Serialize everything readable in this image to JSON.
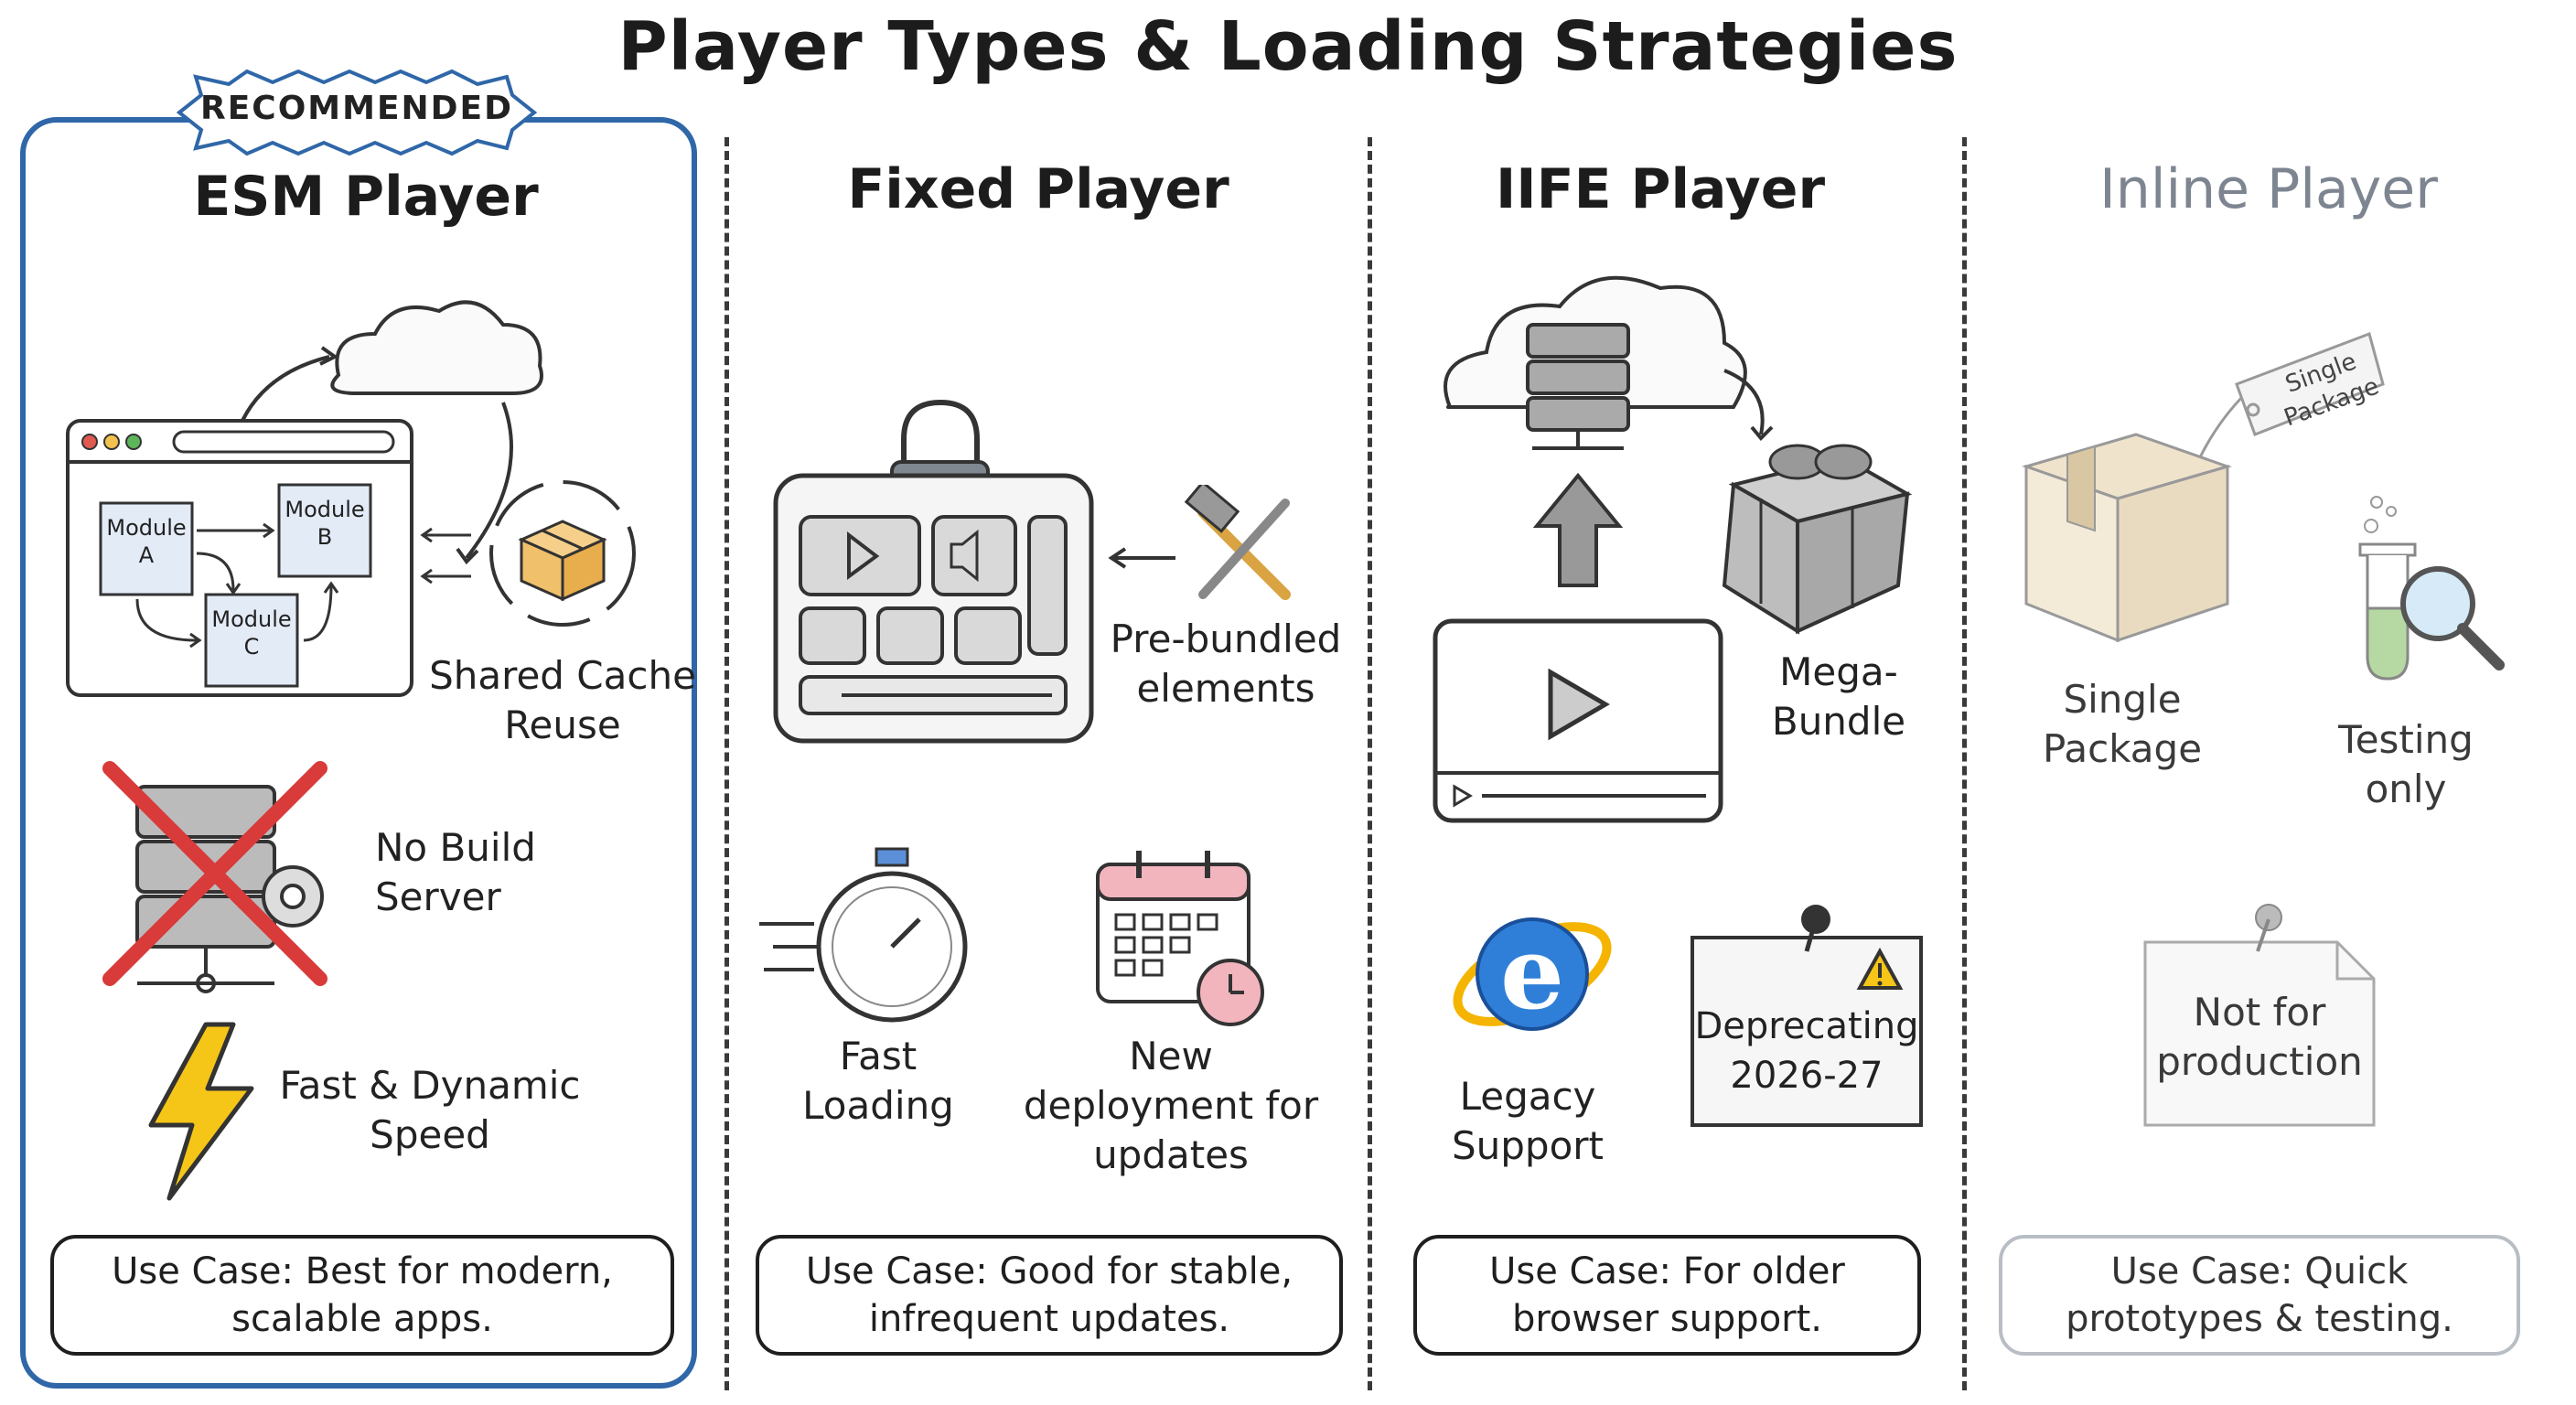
{
  "title": "Player Types & Loading Strategies",
  "columns": [
    {
      "title": "ESM Player",
      "badge": "RECOMMENDED",
      "modules": [
        "Module A",
        "Module B",
        "Module C"
      ],
      "features": [
        "Shared Cache Reuse",
        "No Build Server",
        "Fast & Dynamic Speed"
      ],
      "use_case": "Use Case: Best for modern, scalable apps."
    },
    {
      "title": "Fixed Player",
      "features": [
        "Pre-bundled elements",
        "Fast Loading",
        "New deployment for updates"
      ],
      "use_case": "Use Case: Good for stable, infrequent updates."
    },
    {
      "title": "IIFE Player",
      "features": [
        "Mega-Bundle",
        "Legacy Support",
        "Deprecating 2026-27"
      ],
      "use_case": "Use Case: For older browser support."
    },
    {
      "title": "Inline Player",
      "tag": "Single Package",
      "features": [
        "Single Package",
        "Testing only",
        "Not for production"
      ],
      "use_case": "Use Case: Quick prototypes & testing."
    }
  ],
  "colors": {
    "accent": "#2f67a8",
    "warning": "#f5c518",
    "cross": "#d93a3a",
    "muted": "#7d8590"
  }
}
